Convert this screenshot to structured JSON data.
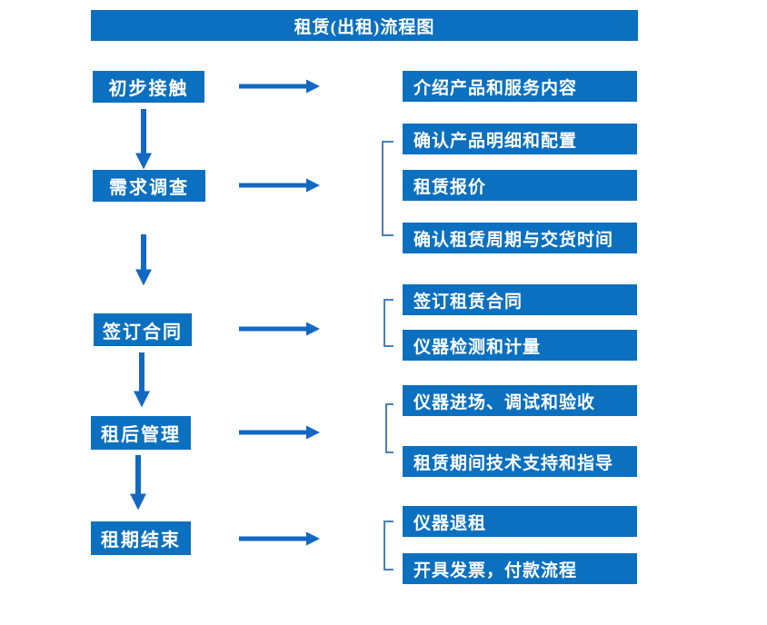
{
  "title": "租赁(出租)流程图",
  "steps": [
    {
      "label": "初步接触"
    },
    {
      "label": "需求调查"
    },
    {
      "label": "签订合同"
    },
    {
      "label": "租后管理"
    },
    {
      "label": "租期结束"
    }
  ],
  "details": [
    {
      "label": "介绍产品和服务内容"
    },
    {
      "label": "确认产品明细和配置"
    },
    {
      "label": "租赁报价"
    },
    {
      "label": "确认租赁周期与交货时间"
    },
    {
      "label": "签订租赁合同"
    },
    {
      "label": "仪器检测和计量"
    },
    {
      "label": "仪器进场、调试和验收"
    },
    {
      "label": "租赁期间技术支持和指导"
    },
    {
      "label": "仪器退租"
    },
    {
      "label": "开具发票，付款流程"
    }
  ],
  "colors": {
    "box_blue": "#0b70c0",
    "arrow_blue": "#1268c3",
    "bracket_blue": "#4a7ebb",
    "text_white": "#ffffff"
  }
}
